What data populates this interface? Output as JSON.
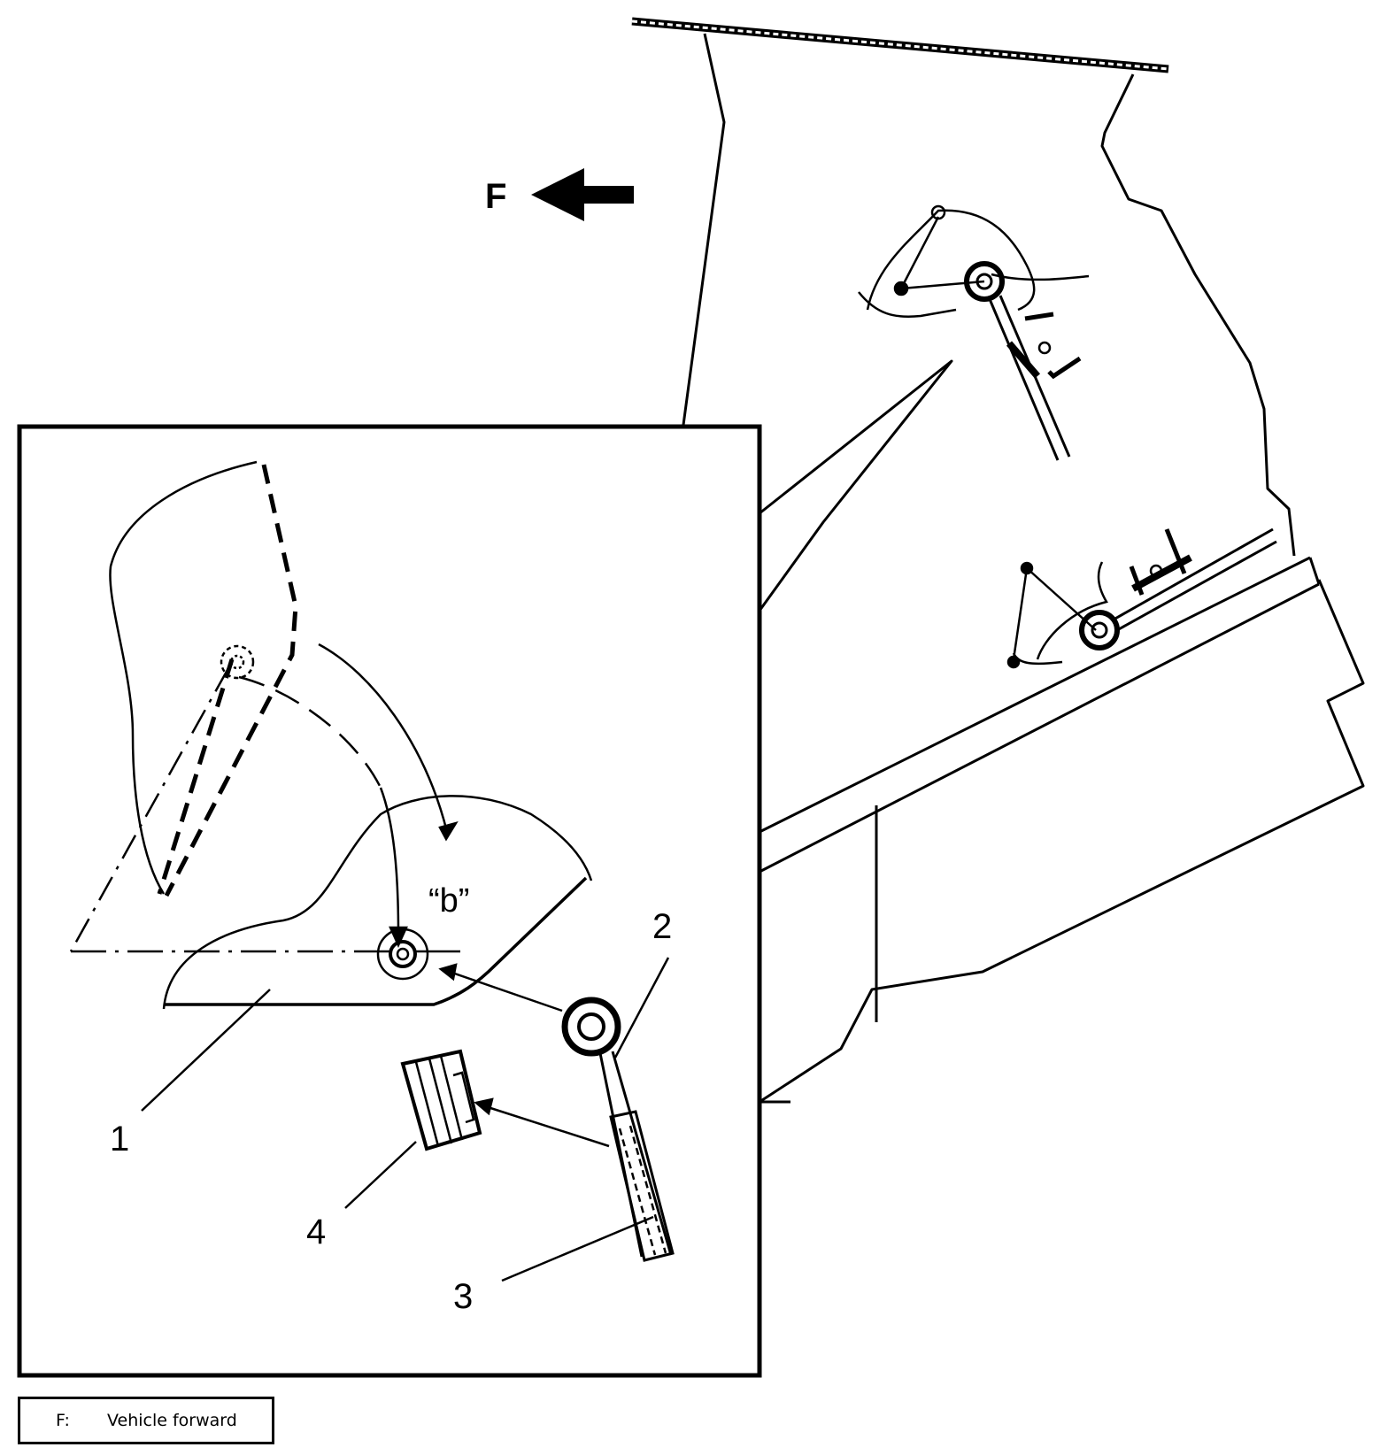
{
  "diagram": {
    "direction_label": "F",
    "callouts": {
      "part_1": "1",
      "part_2": "2",
      "part_3": "3",
      "part_4": "4",
      "position_b": "“b”"
    }
  },
  "legend": {
    "key": "F:",
    "description": "Vehicle forward"
  }
}
